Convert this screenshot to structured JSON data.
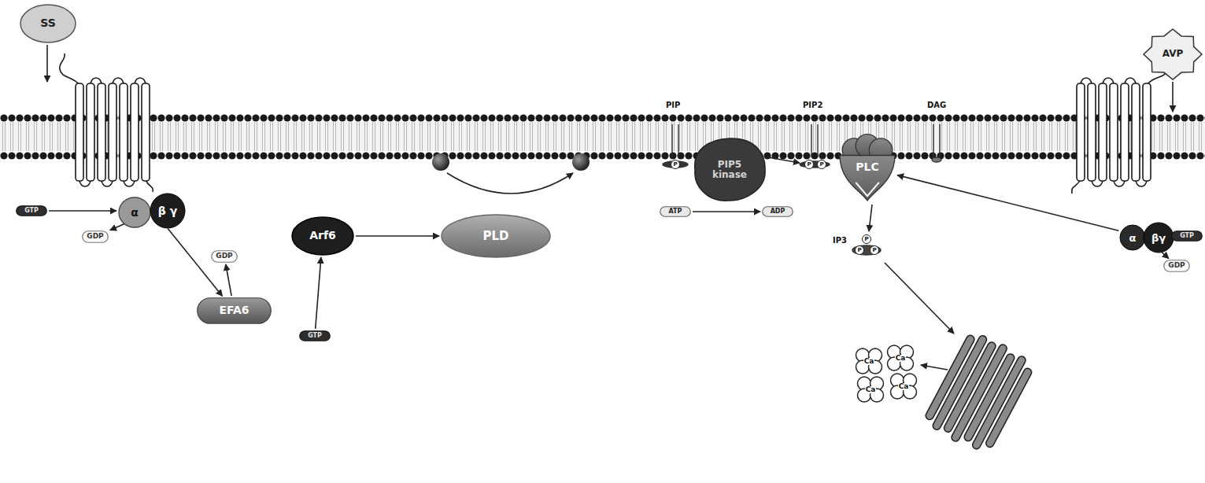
{
  "diagram": {
    "nodes": [
      {
        "text": [
          "SS"
        ]
      },
      {
        "text": [
          "AVP"
        ]
      },
      {
        "text": [
          "GTP"
        ]
      },
      {
        "text": [
          "α",
          "β γ"
        ]
      },
      {
        "text": [
          "GDP"
        ]
      },
      {
        "text": [
          "EFA6"
        ]
      },
      {
        "text": [
          "GDP"
        ]
      },
      {
        "text": [
          "GTP"
        ]
      },
      {
        "text": [
          "Arf6"
        ]
      },
      {
        "text": [
          "PLD"
        ]
      },
      {
        "text": [
          "PIP5 kinase"
        ]
      },
      {
        "text": [
          "ATP"
        ]
      },
      {
        "text": [
          "ADP"
        ]
      },
      {
        "text": [
          "PLC"
        ]
      },
      {
        "text": [
          "α",
          "βγ"
        ]
      },
      {
        "text": [
          "GTP"
        ]
      },
      {
        "text": [
          "GDP"
        ]
      },
      {
        "text": [
          "Ca"
        ]
      },
      {
        "text": [
          "Ca"
        ]
      },
      {
        "text": [
          "Ca"
        ]
      },
      {
        "text": [
          "Ca"
        ]
      }
    ],
    "edges": [
      {
        "from": 2,
        "to": 3,
        "arrow": "to"
      },
      {
        "from": 3,
        "to": 4,
        "arrow": "to"
      },
      {
        "from": 3,
        "to": 5,
        "arrow": "to"
      },
      {
        "from": 5,
        "to": 6,
        "arrow": "to"
      },
      {
        "from": 7,
        "to": 8,
        "arrow": "to"
      },
      {
        "from": 8,
        "to": 9,
        "arrow": "to"
      },
      {
        "from": 11,
        "to": 12,
        "arrow": "to"
      },
      {
        "from": 14,
        "to": 13,
        "arrow": "to"
      },
      {
        "from": 15,
        "to": 14,
        "arrow": "to"
      },
      {
        "from": 14,
        "to": 16,
        "arrow": "to"
      }
    ],
    "labels": [
      "PIP",
      "P",
      "PIP2",
      "P",
      "P",
      "DAG",
      "IP3",
      "P",
      "P",
      "P"
    ]
  }
}
